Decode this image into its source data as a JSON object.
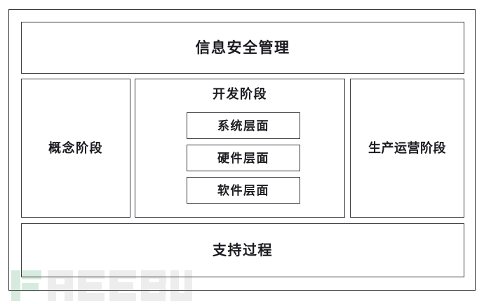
{
  "diagram": {
    "type": "nested-block-diagram",
    "title_block": {
      "name": "information-security-management",
      "label": "信息安全管理"
    },
    "phases": [
      {
        "name": "concept-phase",
        "label": "概念阶段"
      },
      {
        "name": "development-phase",
        "label": "开发阶段"
      },
      {
        "name": "production-phase",
        "label": "生产运营阶段"
      }
    ],
    "development_layers": [
      {
        "name": "system-layer",
        "label": "系统层面"
      },
      {
        "name": "hardware-layer",
        "label": "硬件层面"
      },
      {
        "name": "software-layer",
        "label": "软件层面"
      }
    ],
    "footer_block": {
      "name": "support-process",
      "label": "支持过程"
    },
    "colors": {
      "background": "#ffffff",
      "border": "#3b3b40",
      "text": "#1b1b20",
      "watermark_mark": "#d9ece0",
      "watermark_text": "#eeeeee"
    }
  },
  "watermark": {
    "name": "freebuf-watermark",
    "text": "REEBUF",
    "mark_letter": "F"
  }
}
